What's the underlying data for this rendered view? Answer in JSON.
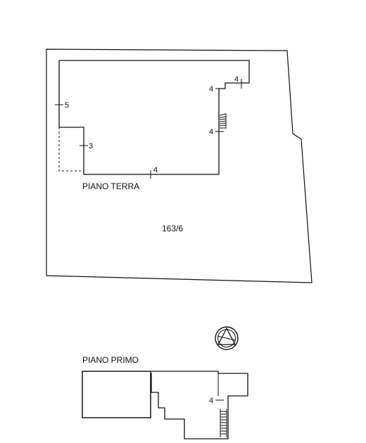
{
  "labels": {
    "ground_floor": "PIANO TERRA",
    "first_floor": "PIANO PRIMO",
    "parcel": "163/6"
  },
  "dimensions": {
    "top_right": "4",
    "right_upper": "4",
    "right_middle": "4",
    "left_upper": "5",
    "left_lower": "3",
    "bottom": "4",
    "first_floor_right": "4"
  },
  "colors": {
    "line": "#111111",
    "background": "#ffffff"
  },
  "icons": [
    "north-arrow-icon"
  ]
}
